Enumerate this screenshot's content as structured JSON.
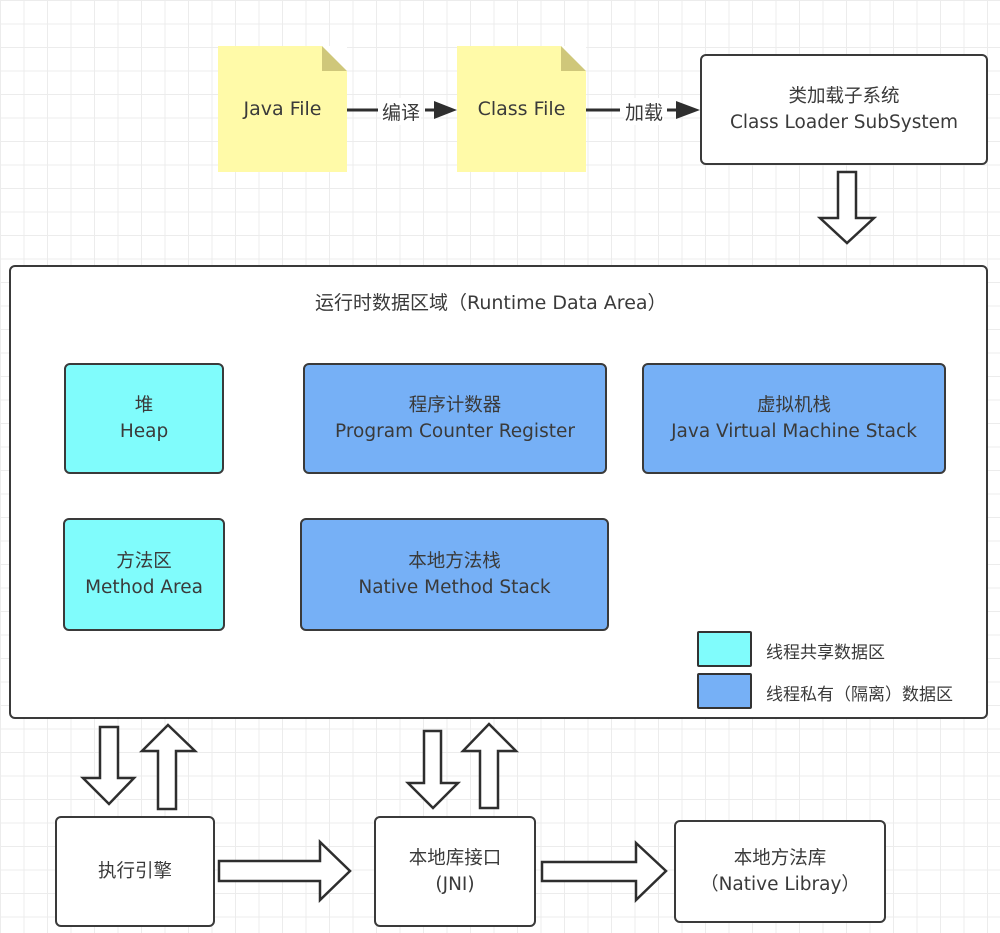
{
  "diagram": {
    "title": "JVM Architecture",
    "top_flow": {
      "java_file": "Java File",
      "compile_label": "编译",
      "class_file": "Class File",
      "load_label": "加载",
      "class_loader": {
        "zh": "类加载子系统",
        "en": "Class Loader SubSystem"
      }
    },
    "runtime_area": {
      "title": "运行时数据区域（Runtime Data Area）",
      "heap": {
        "zh": "堆",
        "en": "Heap"
      },
      "program_counter": {
        "zh": "程序计数器",
        "en": "Program Counter Register"
      },
      "jvm_stack": {
        "zh": "虚拟机栈",
        "en": "Java Virtual Machine Stack"
      },
      "method_area": {
        "zh": "方法区",
        "en": "Method Area"
      },
      "native_stack": {
        "zh": "本地方法栈",
        "en": "Native Method Stack"
      }
    },
    "legend": {
      "shared": "线程共享数据区",
      "private": "线程私有（隔离）数据区"
    },
    "bottom_flow": {
      "execution_engine": "执行引擎",
      "jni": {
        "zh": "本地库接口",
        "en": "(JNI)"
      },
      "native_library": {
        "zh": "本地方法库",
        "en": "（Native Libray）"
      }
    },
    "colors": {
      "shared": "#80fcfc",
      "private": "#76b0f6",
      "note": "#fffaa8",
      "stroke": "#3a3a3a"
    }
  }
}
